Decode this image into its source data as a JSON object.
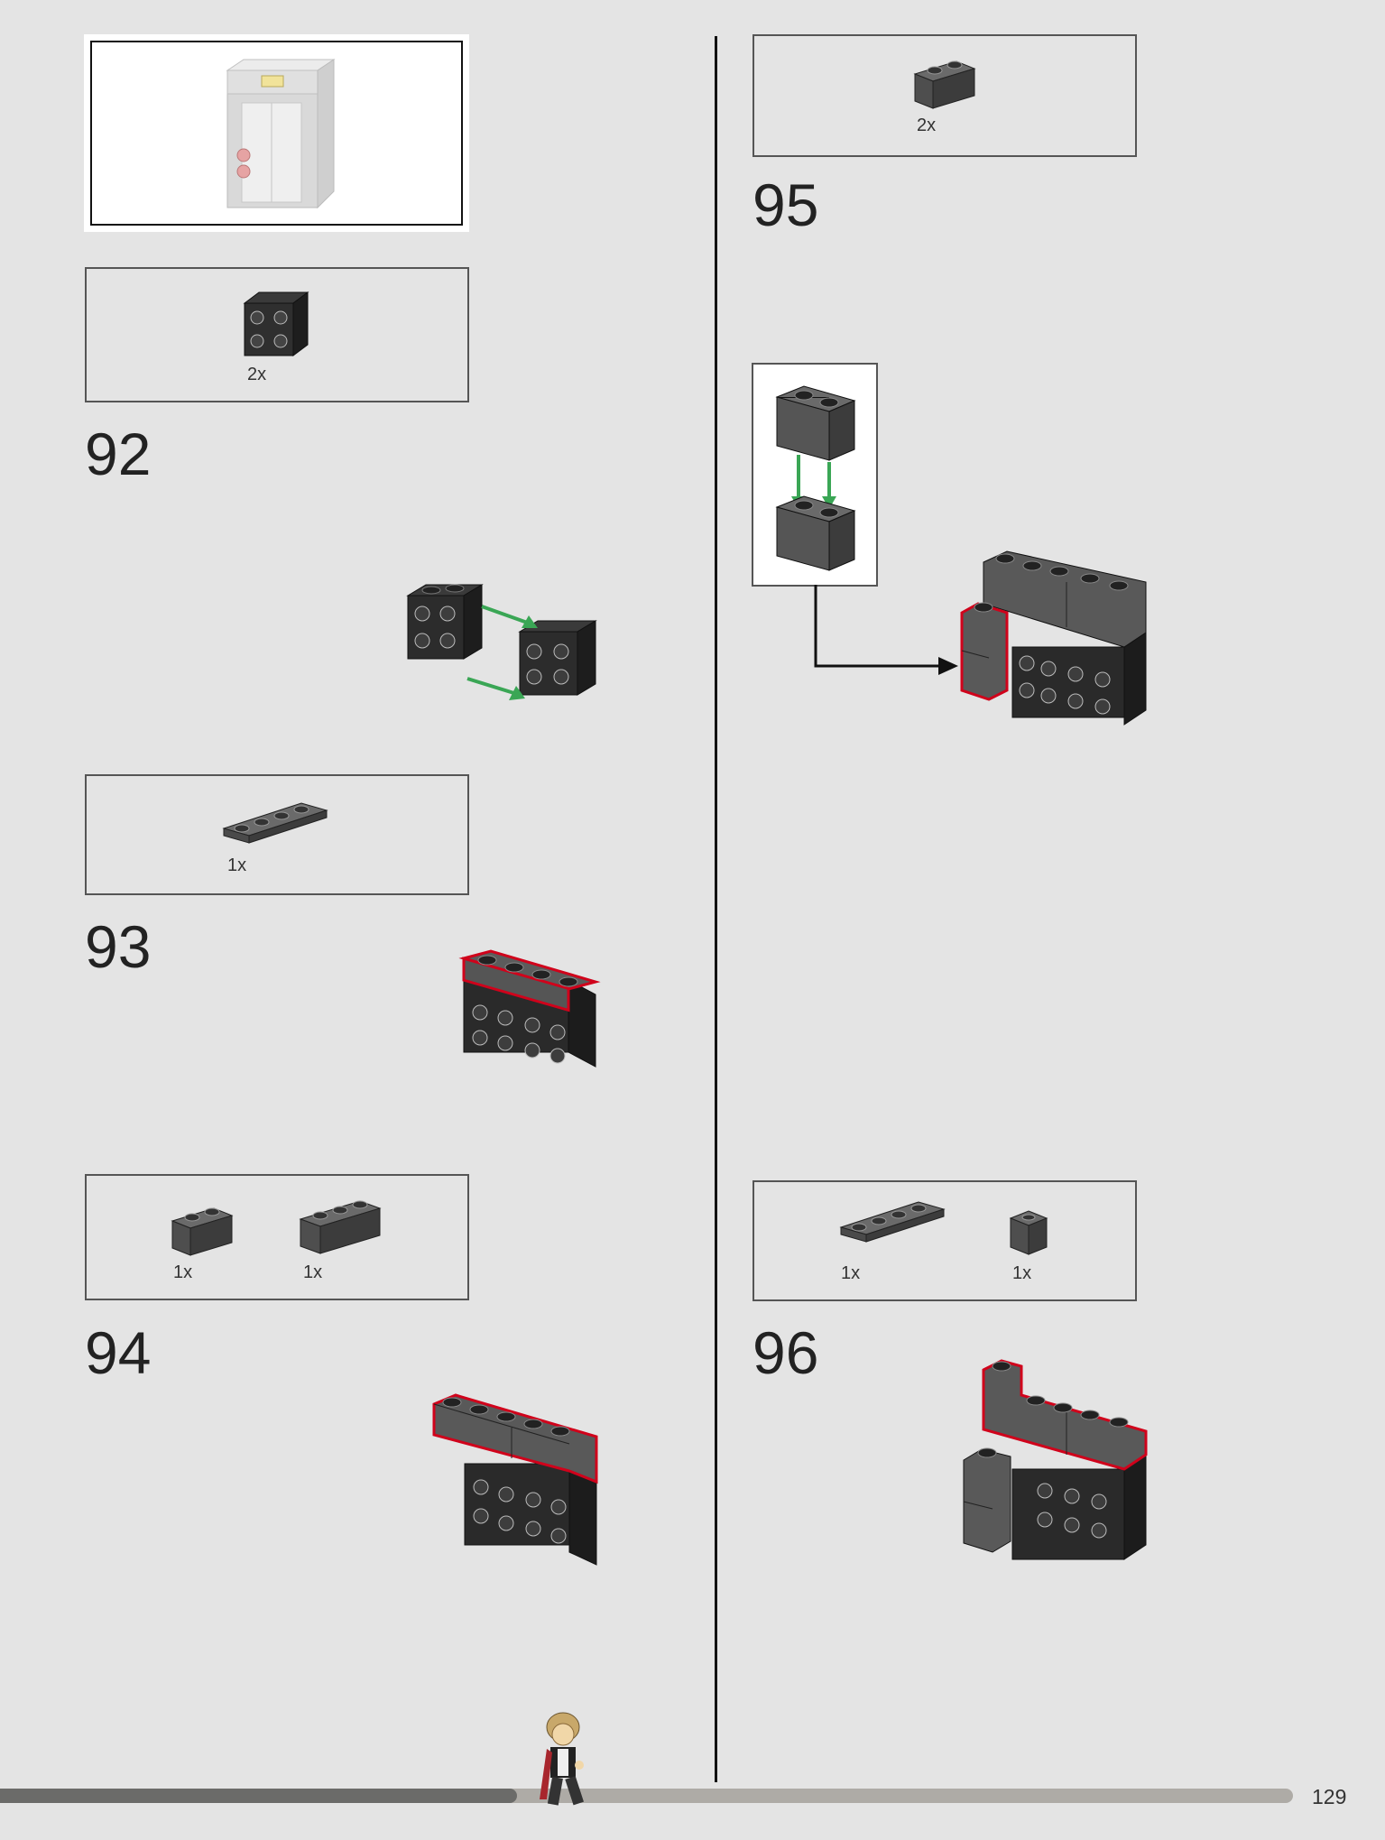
{
  "page_number": "129",
  "progress": {
    "fraction": 0.4
  },
  "steps": [
    {
      "number": "92",
      "parts": [
        {
          "qty": "2x",
          "part": "dark-grey-brick-1x2-with-studs-on-side"
        }
      ]
    },
    {
      "number": "93",
      "parts": [
        {
          "qty": "1x",
          "part": "dark-grey-plate-1x4"
        }
      ]
    },
    {
      "number": "94",
      "parts": [
        {
          "qty": "1x",
          "part": "dark-grey-brick-1x2"
        },
        {
          "qty": "1x",
          "part": "dark-grey-brick-1x3"
        }
      ]
    },
    {
      "number": "95",
      "parts": [
        {
          "qty": "2x",
          "part": "dark-grey-brick-1x2"
        }
      ]
    },
    {
      "number": "96",
      "parts": [
        {
          "qty": "1x",
          "part": "dark-grey-plate-1x4"
        },
        {
          "qty": "1x",
          "part": "dark-grey-brick-1x1"
        }
      ]
    }
  ],
  "colors": {
    "page_background": "#e4e4e4",
    "brick_dark_grey": "#5c5c5c",
    "brick_black": "#2a2a2a",
    "highlight_red": "#d0021b",
    "arrow_green": "#3aa655",
    "progress_fill": "#6b6b69",
    "progress_track": "#aeaba6"
  },
  "icons": {
    "preview": "elevator-door-model-icon",
    "minifigure": "minifigure-walking-icon"
  }
}
